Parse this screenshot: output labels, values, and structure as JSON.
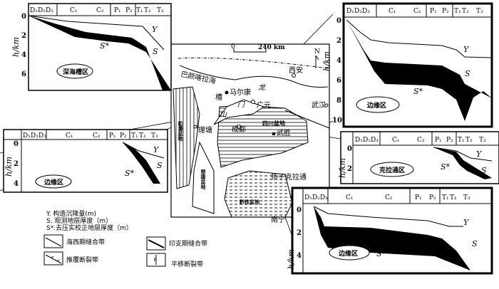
{
  "periods": [
    "D₁",
    "D₂",
    "D₃",
    "C₁",
    "C₂",
    "P₁",
    "P₂",
    "T₁",
    "T₂",
    "T₃"
  ],
  "axis_label": "h/km",
  "curve_labels": {
    "y": "Y",
    "s": "S",
    "s_star": "S*"
  },
  "panels": [
    {
      "name": "深海槽区",
      "ticks": [
        "0",
        "2",
        "4",
        "6"
      ]
    },
    {
      "name": "边缘区",
      "ticks": [
        "0",
        "2",
        "4",
        "6",
        "8",
        "10"
      ]
    },
    {
      "name": "边缘区",
      "ticks": [
        "0",
        "2",
        "4"
      ]
    },
    {
      "name": "克拉通区",
      "ticks": [
        "0",
        "2"
      ]
    },
    {
      "name": "边缘区",
      "ticks": [
        "0",
        "2",
        "4"
      ]
    }
  ],
  "map": {
    "scale_zero": "0",
    "scale_label": "240 km",
    "north": "N",
    "places": {
      "xian": "西安",
      "baiyan": "巴颜喀拉海",
      "cao": "槽",
      "maerkang": "马尔康",
      "long": "龙",
      "men": "门",
      "shan": "山",
      "guangyuan": "广元",
      "wuhan": "武汉",
      "chengdu": "成都",
      "sichuan": "四川盆地",
      "wusheng": "武胜",
      "litang": "理塘",
      "songpan": "松潘盆地",
      "chuxiong": "楚雄盆地",
      "yangtze": "扬子克拉通",
      "qiangui": "黔桂盆地",
      "nanning": "南宁"
    }
  },
  "legend": {
    "y": "Y. 构造沉降量(m)",
    "s": "S. 观测地层厚度（m）",
    "s_star": "S*.去压实校正地层厚度（m）",
    "hercynian": "海西期缝合带",
    "indosinian": "印支期缝合带",
    "thrust": "推覆断裂带",
    "strike_slip": "平移断裂带"
  }
}
